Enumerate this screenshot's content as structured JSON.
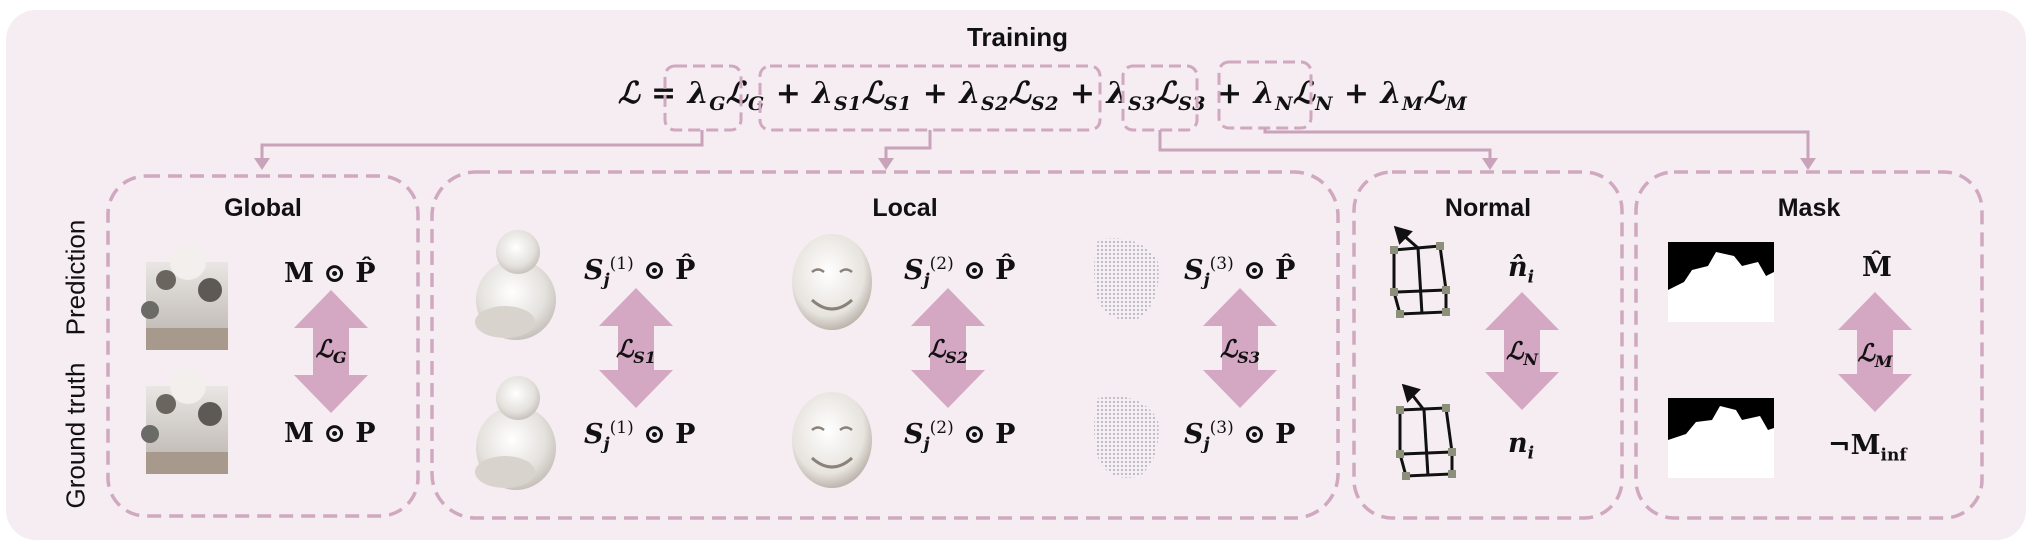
{
  "title": "Training",
  "formula": {
    "lhs": "ℒ =",
    "terms": [
      "λGℒG",
      "λS1ℒS1",
      "λS2ℒS2",
      "λS3ℒS3",
      "λNℒN",
      "λMℒM"
    ]
  },
  "row_labels": {
    "top": "Prediction",
    "bottom": "Ground truth"
  },
  "panels": {
    "global": {
      "title": "Global",
      "pred": "M ⊙ P̂",
      "gt": "M ⊙ P",
      "loss": "ℒG"
    },
    "local": {
      "title": "Local",
      "items": [
        {
          "pred": "Sj(1) ⊙ P̂",
          "gt": "Sj(1) ⊙ P",
          "loss": "ℒS1"
        },
        {
          "pred": "Sj(2) ⊙ P̂",
          "gt": "Sj(2) ⊙ P",
          "loss": "ℒS2"
        },
        {
          "pred": "Sj(3) ⊙ P̂",
          "gt": "Sj(3) ⊙ P",
          "loss": "ℒS3"
        }
      ]
    },
    "normal": {
      "title": "Normal",
      "pred": "n̂i",
      "gt": "ni",
      "loss": "ℒN"
    },
    "mask": {
      "title": "Mask",
      "pred": "M̂",
      "gt": "¬Minf",
      "loss": "ℒM"
    }
  },
  "colors": {
    "background": "#f5edf2",
    "accent": "#d9b3c9",
    "line": "#c9a3ba"
  }
}
